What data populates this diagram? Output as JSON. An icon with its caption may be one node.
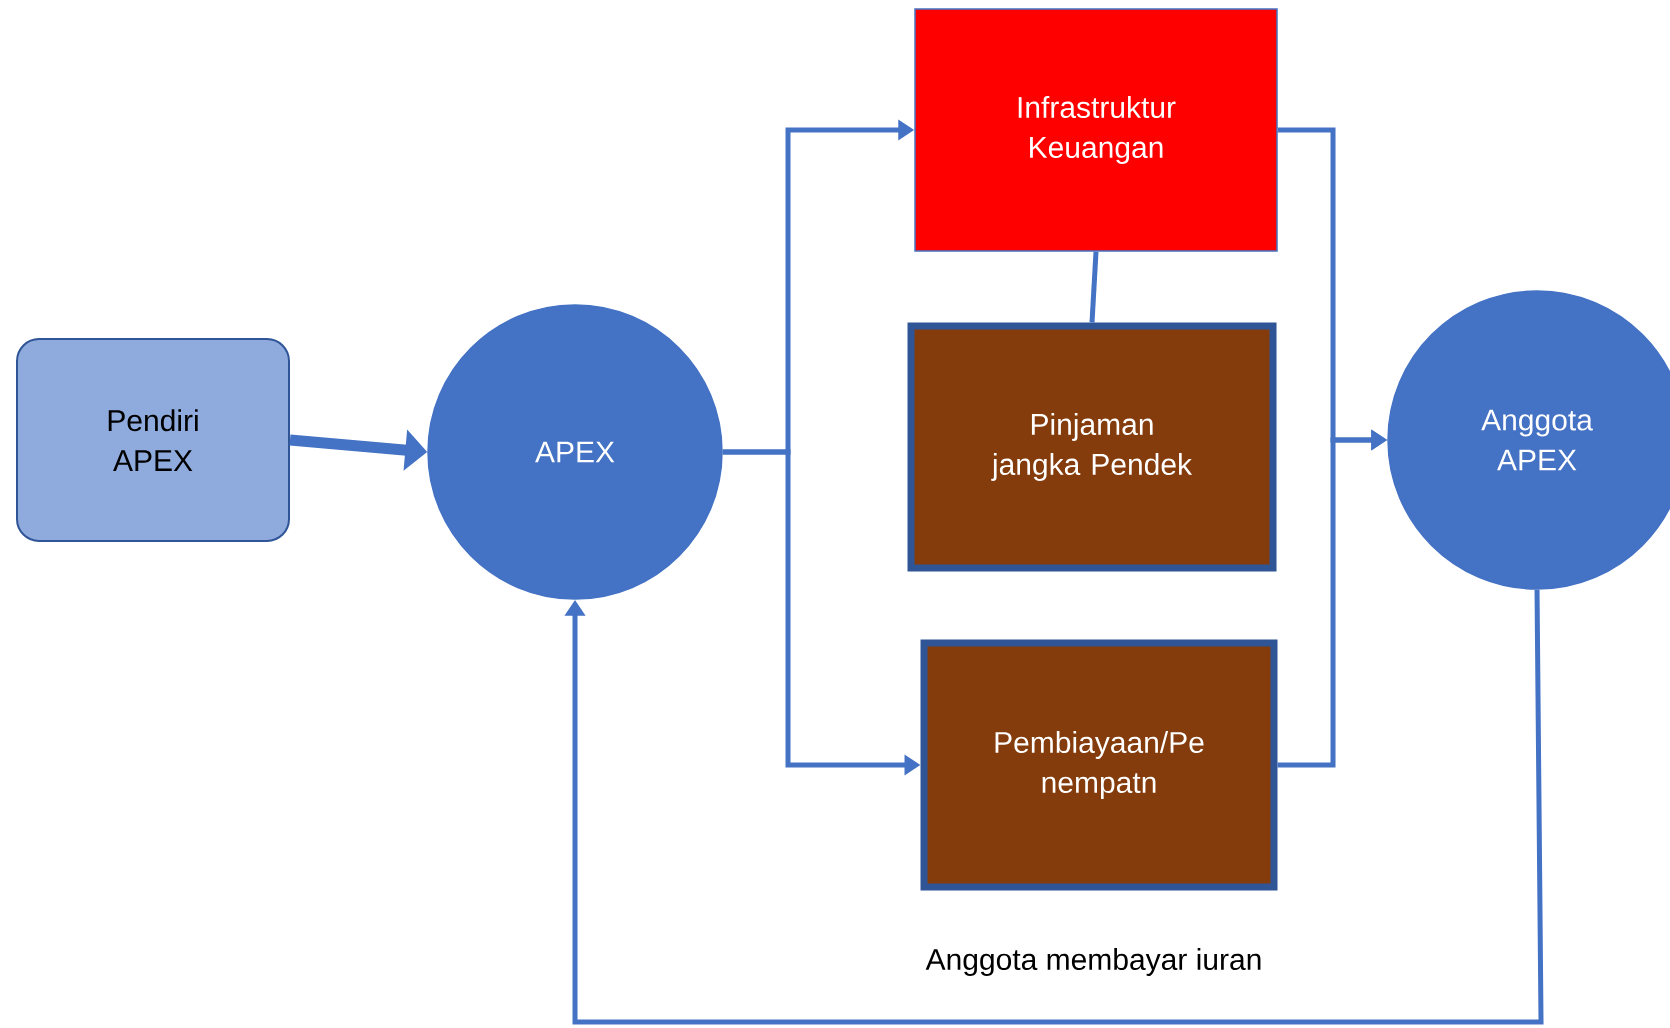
{
  "diagram": {
    "nodes": [
      {
        "text": [
          "Pendiri APEX"
        ]
      },
      {
        "text": [
          "APEX"
        ]
      },
      {
        "text": [
          "Infrastruktur Keuangan"
        ]
      },
      {
        "text": [
          "Pinjaman jangka Pendek"
        ]
      },
      {
        "text": [
          "Pembiayaan/Pe nempatn"
        ]
      },
      {
        "text": [
          "Anggota APEX"
        ]
      }
    ],
    "edges": [
      {
        "from": 0,
        "to": 1,
        "arrow": "to",
        "style": "thick"
      },
      {
        "from": 1,
        "to": 2,
        "arrow": "to"
      },
      {
        "from": 1,
        "to": 4,
        "arrow": "to"
      },
      {
        "from": 2,
        "to": 3,
        "arrow": "none"
      },
      {
        "from": 2,
        "to": 5,
        "arrow": "to"
      },
      {
        "from": 4,
        "to": 5,
        "arrow": "to"
      },
      {
        "from": 5,
        "to": 1,
        "arrow": "to",
        "label": "Anggota membayar iuran"
      }
    ]
  }
}
